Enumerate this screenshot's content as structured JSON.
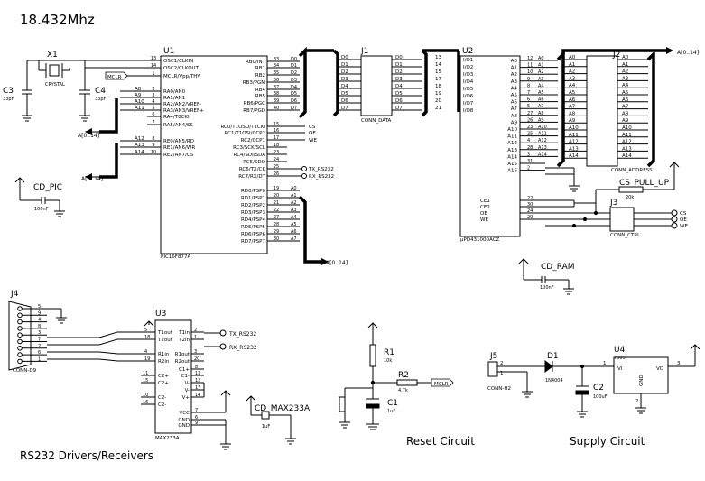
{
  "title": "18.432Mhz",
  "captions": {
    "rs232": "RS232 Drivers/Receivers",
    "reset": "Reset Circuit",
    "supply": "Supply Circuit"
  },
  "parts": {
    "u1": {
      "ref": "U1",
      "name": "PIC16F877A"
    },
    "u2": {
      "ref": "U2",
      "name": "µPD431000ACZ"
    },
    "u3": {
      "ref": "U3",
      "name": "MAX233A"
    },
    "u4": {
      "ref": "U4",
      "name": "7805",
      "vi": "VI",
      "vo": "VO",
      "gnd": "GND"
    },
    "x1": {
      "ref": "X1",
      "name": "CRYSTAL"
    },
    "c3": {
      "ref": "C3",
      "val": "33pF"
    },
    "c4": {
      "ref": "C4",
      "val": "33pF"
    },
    "j1": {
      "ref": "J1",
      "name": "CONN_DATA"
    },
    "j2": {
      "ref": "J2",
      "name": "CONN_ADDRESS"
    },
    "j3": {
      "ref": "J3",
      "name": "CONN_CTRL"
    },
    "j4": {
      "ref": "J4",
      "name": "CONN-D9"
    },
    "j5": {
      "ref": "J5",
      "name": "CONN-H2"
    },
    "d1": {
      "ref": "D1",
      "name": "1N4004"
    },
    "c2": {
      "ref": "C2",
      "val": "100uF"
    },
    "r1": {
      "ref": "R1",
      "val": "10k"
    },
    "r2": {
      "ref": "R2",
      "val": "4.7k"
    },
    "c1": {
      "ref": "C1",
      "val": "1uF"
    },
    "cs_pull_up": {
      "ref": "CS_PULL_UP",
      "val": "20k"
    },
    "cd_pic": {
      "ref": "CD_PIC",
      "val": "100nF"
    },
    "cd_ram": {
      "ref": "CD_RAM",
      "val": "100nF"
    },
    "cd_max": {
      "ref": "CD_MAX233A",
      "val": "1uF"
    }
  },
  "u1_left": [
    {
      "name": "OSC1/CLKIN",
      "num": "13"
    },
    {
      "name": "OSC2/CLKOUT",
      "num": "14"
    },
    {
      "name": "MCLR/Vpp/THV",
      "num": "1"
    },
    {
      "name": "RA0/AN0",
      "num": "2"
    },
    {
      "name": "RA1/AN1",
      "num": "3"
    },
    {
      "name": "RA2/AN2/VREF-",
      "num": "4"
    },
    {
      "name": "RA3/AN3/VREF+",
      "num": "5"
    },
    {
      "name": "RA4/T0CKI",
      "num": "6"
    },
    {
      "name": "RA5/AN4/SS",
      "num": "7"
    },
    {
      "name": "RE0/AN5/RD",
      "num": "8"
    },
    {
      "name": "RE1/AN6/WR",
      "num": "9"
    },
    {
      "name": "RE2/AN7/CS",
      "num": "10"
    }
  ],
  "u1_right": [
    {
      "name": "RB0/INT",
      "num": "33"
    },
    {
      "name": "RB1",
      "num": "34"
    },
    {
      "name": "RB2",
      "num": "35"
    },
    {
      "name": "RB3/PGM",
      "num": "36"
    },
    {
      "name": "RB4",
      "num": "37"
    },
    {
      "name": "RB5",
      "num": "38"
    },
    {
      "name": "RB6/PGC",
      "num": "39"
    },
    {
      "name": "RB7/PGD",
      "num": "40"
    },
    {
      "name": "RC0/T1OSO/T1CKI",
      "num": "15"
    },
    {
      "name": "RC1/T1OSI/CCP2",
      "num": "16"
    },
    {
      "name": "RC2/CCP1",
      "num": "17"
    },
    {
      "name": "RC3/SCK/SCL",
      "num": "18"
    },
    {
      "name": "RC4/SDI/SDA",
      "num": "23"
    },
    {
      "name": "RC5/SDO",
      "num": "24"
    },
    {
      "name": "RC6/TX/CK",
      "num": "25"
    },
    {
      "name": "RC7/RX/DT",
      "num": "26"
    },
    {
      "name": "RD0/PSP0",
      "num": "19"
    },
    {
      "name": "RD1/PSP1",
      "num": "20"
    },
    {
      "name": "RD2/PSP2",
      "num": "21"
    },
    {
      "name": "RD3/PSP3",
      "num": "22"
    },
    {
      "name": "RD4/PSP4",
      "num": "27"
    },
    {
      "name": "RD5/PSP5",
      "num": "28"
    },
    {
      "name": "RD6/PSP6",
      "num": "29"
    },
    {
      "name": "RD7/PSP7",
      "num": "30"
    }
  ],
  "u1_left_nets": [
    "",
    "",
    "MCLR",
    "A8",
    "A9",
    "A10",
    "A11",
    "",
    "",
    "A12",
    "A13",
    "A14"
  ],
  "u1_right_nets": [
    "D0",
    "D1",
    "D2",
    "D3",
    "D4",
    "D5",
    "D6",
    "D7",
    "CS",
    "OE",
    "WE",
    "",
    "",
    "",
    "TX_RS232",
    "RX_RS232",
    "A0",
    "A1",
    "A2",
    "A3",
    "A4",
    "A5",
    "A6",
    "A7"
  ],
  "u2_left": [
    {
      "name": "A0",
      "num": "12"
    },
    {
      "name": "A1",
      "num": "11"
    },
    {
      "name": "A2",
      "num": "10"
    },
    {
      "name": "A3",
      "num": "9"
    },
    {
      "name": "A4",
      "num": "8"
    },
    {
      "name": "A5",
      "num": "7"
    },
    {
      "name": "A6",
      "num": "6"
    },
    {
      "name": "A7",
      "num": "5"
    },
    {
      "name": "A8",
      "num": "27"
    },
    {
      "name": "A9",
      "num": "26"
    },
    {
      "name": "A10",
      "num": "23"
    },
    {
      "name": "A11",
      "num": "25"
    },
    {
      "name": "A12",
      "num": "4"
    },
    {
      "name": "A13",
      "num": "28"
    },
    {
      "name": "A14",
      "num": "3"
    },
    {
      "name": "A15",
      "num": "31"
    },
    {
      "name": "A16",
      "num": "2"
    }
  ],
  "u2_ctrl": [
    {
      "name": "CE1",
      "num": "22"
    },
    {
      "name": "CE2",
      "num": "30"
    },
    {
      "name": "OE",
      "num": "24"
    },
    {
      "name": "WE",
      "num": "29"
    }
  ],
  "u2_right": [
    {
      "name": "I/O1",
      "num": "13"
    },
    {
      "name": "I/O2",
      "num": "14"
    },
    {
      "name": "I/O3",
      "num": "15"
    },
    {
      "name": "I/O4",
      "num": "17"
    },
    {
      "name": "I/O5",
      "num": "18"
    },
    {
      "name": "I/O6",
      "num": "19"
    },
    {
      "name": "I/O7",
      "num": "20"
    },
    {
      "name": "I/O8",
      "num": "21"
    }
  ],
  "j1_left": [
    "D0",
    "D1",
    "D2",
    "D3",
    "D4",
    "D5",
    "D6",
    "D7"
  ],
  "j1_right": [
    "D0",
    "D1",
    "D2",
    "D3",
    "D4",
    "D5",
    "D6",
    "D7"
  ],
  "j2_left": [
    "A0",
    "A1",
    "A2",
    "A3",
    "A4",
    "A5",
    "A6",
    "A7",
    "A8",
    "A9",
    "A10",
    "A11",
    "A12",
    "A13",
    "A14"
  ],
  "j2_right": [
    "A0",
    "A1",
    "A2",
    "A3",
    "A4",
    "A5",
    "A6",
    "A7",
    "A8",
    "A9",
    "A10",
    "A11",
    "A12",
    "A13",
    "A14"
  ],
  "j3_nets": [
    "CS",
    "OE",
    "WE"
  ],
  "bus_labels": {
    "left1": "A[0..14]",
    "left2": "A[0..14]",
    "bottom": "A[0..14]",
    "right": "A[0..14]"
  },
  "u3_left": [
    {
      "name": "T1out",
      "num": "5"
    },
    {
      "name": "T2out",
      "num": "18"
    },
    {
      "name": "R1in",
      "num": "4"
    },
    {
      "name": "R2in",
      "num": "19"
    }
  ],
  "u3_right": [
    {
      "name": "T1in",
      "num": "2"
    },
    {
      "name": "T2in",
      "num": "1"
    },
    {
      "name": "R1out",
      "num": "3"
    },
    {
      "name": "R2out",
      "num": "20"
    }
  ],
  "u3_caps_left": [
    {
      "name": "C2+",
      "num": "11"
    },
    {
      "name": "C2+",
      "num": "15"
    },
    {
      "name": "C2-",
      "num": "10"
    },
    {
      "name": "C2-",
      "num": "16"
    }
  ],
  "u3_caps_right": [
    {
      "name": "C1+",
      "num": "8"
    },
    {
      "name": "C1-",
      "num": "13"
    },
    {
      "name": "V-",
      "num": "12"
    },
    {
      "name": "V-",
      "num": "17"
    },
    {
      "name": "V+",
      "num": "14"
    }
  ],
  "u3_power": [
    {
      "name": "VCC",
      "num": "7"
    },
    {
      "name": "GND",
      "num": "6"
    },
    {
      "name": "GND",
      "num": "9"
    }
  ],
  "u3_nets": {
    "tx": "TX_RS232",
    "rx": "RX_RS232"
  },
  "j4_pins": [
    "5",
    "9",
    "4",
    "8",
    "3",
    "7",
    "2",
    "6",
    "1"
  ],
  "j5_pins": [
    "2",
    "1"
  ],
  "u4_pins": {
    "vi": "1",
    "vo": "3",
    "gnd": "2"
  },
  "reset_net": "MCLR"
}
